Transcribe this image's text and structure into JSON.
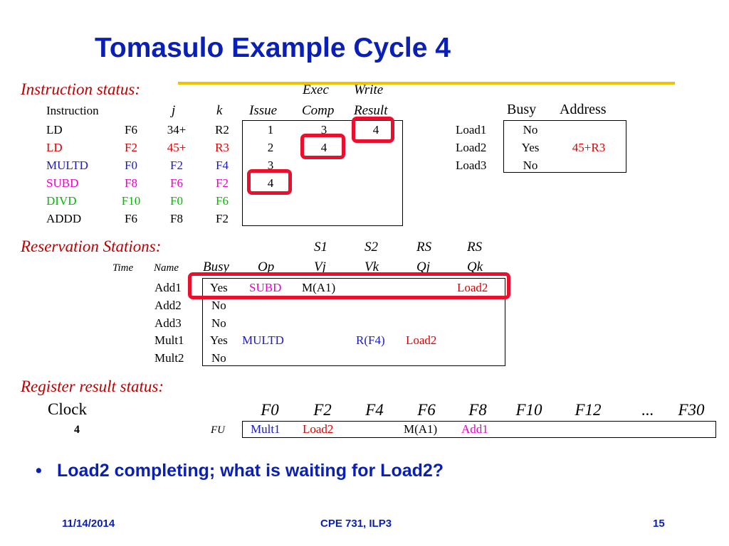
{
  "title": "Tomasulo Example Cycle 4",
  "instruction_status": {
    "heading": "Instruction status:",
    "col_exec": "Exec",
    "col_write": "Write",
    "headers": [
      "Instruction",
      "j",
      "k",
      "Issue",
      "Comp",
      "Result"
    ],
    "rows": [
      {
        "op": "LD",
        "dst": "F6",
        "j": "34+",
        "k": "R2",
        "issue": "1",
        "comp": "3",
        "result": "4"
      },
      {
        "op": "LD",
        "dst": "F2",
        "j": "45+",
        "k": "R3",
        "issue": "2",
        "comp": "4",
        "result": ""
      },
      {
        "op": "MULTD",
        "dst": "F0",
        "j": "F2",
        "k": "F4",
        "issue": "3",
        "comp": "",
        "result": ""
      },
      {
        "op": "SUBD",
        "dst": "F8",
        "j": "F6",
        "k": "F2",
        "issue": "4",
        "comp": "",
        "result": ""
      },
      {
        "op": "DIVD",
        "dst": "F10",
        "j": "F0",
        "k": "F6",
        "issue": "",
        "comp": "",
        "result": ""
      },
      {
        "op": "ADDD",
        "dst": "F6",
        "j": "F8",
        "k": "F2",
        "issue": "",
        "comp": "",
        "result": ""
      }
    ]
  },
  "load_buffers": {
    "headers": [
      "Busy",
      "Address"
    ],
    "rows": [
      {
        "name": "Load1",
        "busy": "No",
        "address": ""
      },
      {
        "name": "Load2",
        "busy": "Yes",
        "address": "45+R3"
      },
      {
        "name": "Load3",
        "busy": "No",
        "address": ""
      }
    ]
  },
  "reservation_stations": {
    "heading": "Reservation Stations:",
    "top_headers": [
      "S1",
      "S2",
      "RS",
      "RS"
    ],
    "headers": [
      "Time",
      "Name",
      "Busy",
      "Op",
      "Vj",
      "Vk",
      "Qj",
      "Qk"
    ],
    "rows": [
      {
        "time": "",
        "name": "Add1",
        "busy": "Yes",
        "op": "SUBD",
        "vj": "M(A1)",
        "vk": "",
        "qj": "",
        "qk": "Load2"
      },
      {
        "time": "",
        "name": "Add2",
        "busy": "No",
        "op": "",
        "vj": "",
        "vk": "",
        "qj": "",
        "qk": ""
      },
      {
        "time": "",
        "name": "Add3",
        "busy": "No",
        "op": "",
        "vj": "",
        "vk": "",
        "qj": "",
        "qk": ""
      },
      {
        "time": "",
        "name": "Mult1",
        "busy": "Yes",
        "op": "MULTD",
        "vj": "",
        "vk": "R(F4)",
        "qj": "Load2",
        "qk": ""
      },
      {
        "time": "",
        "name": "Mult2",
        "busy": "No",
        "op": "",
        "vj": "",
        "vk": "",
        "qj": "",
        "qk": ""
      }
    ]
  },
  "register_status": {
    "heading": "Register result status:",
    "clock_label": "Clock",
    "clock_value": "4",
    "fu_label": "FU",
    "registers": [
      "F0",
      "F2",
      "F4",
      "F6",
      "F8",
      "F10",
      "F12",
      "...",
      "F30"
    ],
    "fu_values": [
      "Mult1",
      "Load2",
      "",
      "M(A1)",
      "Add1",
      "",
      "",
      "",
      ""
    ]
  },
  "bullet": "Load2 completing; what is waiting for Load2?",
  "footer": {
    "date": "11/14/2014",
    "course": "CPE 731, ILP3",
    "page": "15"
  },
  "colors": {
    "title": "#0a1fb5",
    "section": "#c00000",
    "highlight": "#e8102c",
    "rule": "#f2c200",
    "blue": "#1a1ac8",
    "red": "#e00000",
    "magenta": "#ee00cc",
    "green": "#00bb00"
  }
}
